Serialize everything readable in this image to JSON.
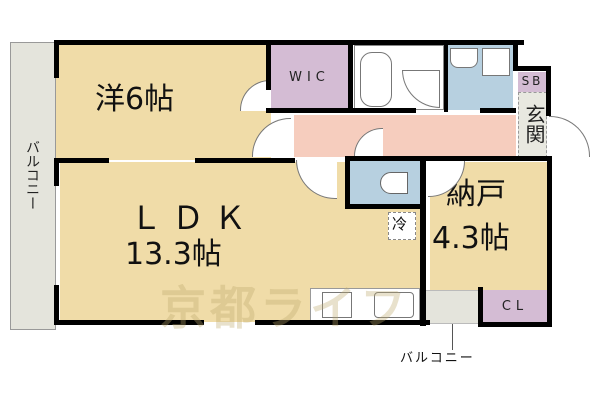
{
  "floorplan": {
    "colors": {
      "room_beige": "#F0DCA8",
      "closet_purple": "#D4BCD4",
      "wet_blue": "#B7D0E0",
      "hall_pink": "#F6CDBE",
      "balcony_gray": "#E4E4DC",
      "entrance_gray": "#E8E8E0",
      "wall": "#000000"
    },
    "rooms": {
      "western": {
        "name": "洋",
        "size": "6帖",
        "label": "洋6帖"
      },
      "ldk": {
        "name": "ＬＤＫ",
        "size": "13.3帖",
        "line1": "ＬＤＫ",
        "line2": "13.3帖"
      },
      "storage": {
        "name": "納戸",
        "size": "4.3帖",
        "line1": "納戸",
        "line2": "4.3帖"
      },
      "wic": {
        "label": "WIC"
      },
      "sb": {
        "label": "SB"
      },
      "cl": {
        "label": "CL"
      },
      "entrance": {
        "label": "玄関"
      },
      "fridge": {
        "label": "冷"
      }
    },
    "balcony_left": {
      "label": "バルコニー"
    },
    "balcony_bottom": {
      "label": "バルコニー"
    },
    "watermark": {
      "text": "京都ライフ"
    }
  }
}
